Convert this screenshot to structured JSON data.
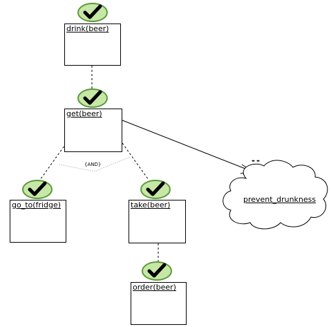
{
  "goals": [
    {
      "id": "drink",
      "label": "drink(beer)",
      "satisfied": true
    },
    {
      "id": "get",
      "label": "get(beer)",
      "satisfied": true
    },
    {
      "id": "goto",
      "label": "go_to(fridge)",
      "satisfied": true
    },
    {
      "id": "take",
      "label": "take(beer)",
      "satisfied": true
    },
    {
      "id": "order",
      "label": "order(beer)",
      "satisfied": true
    }
  ],
  "decomposition_label": "{AND}",
  "softgoal": {
    "label": "prevent_drunkness"
  },
  "contribution_label": "--",
  "icon": "green-check-ellipse-icon",
  "colors": {
    "check_fill": "#c7e7a7",
    "check_stroke": "#5a9a3a",
    "check_mark": "#000000"
  }
}
